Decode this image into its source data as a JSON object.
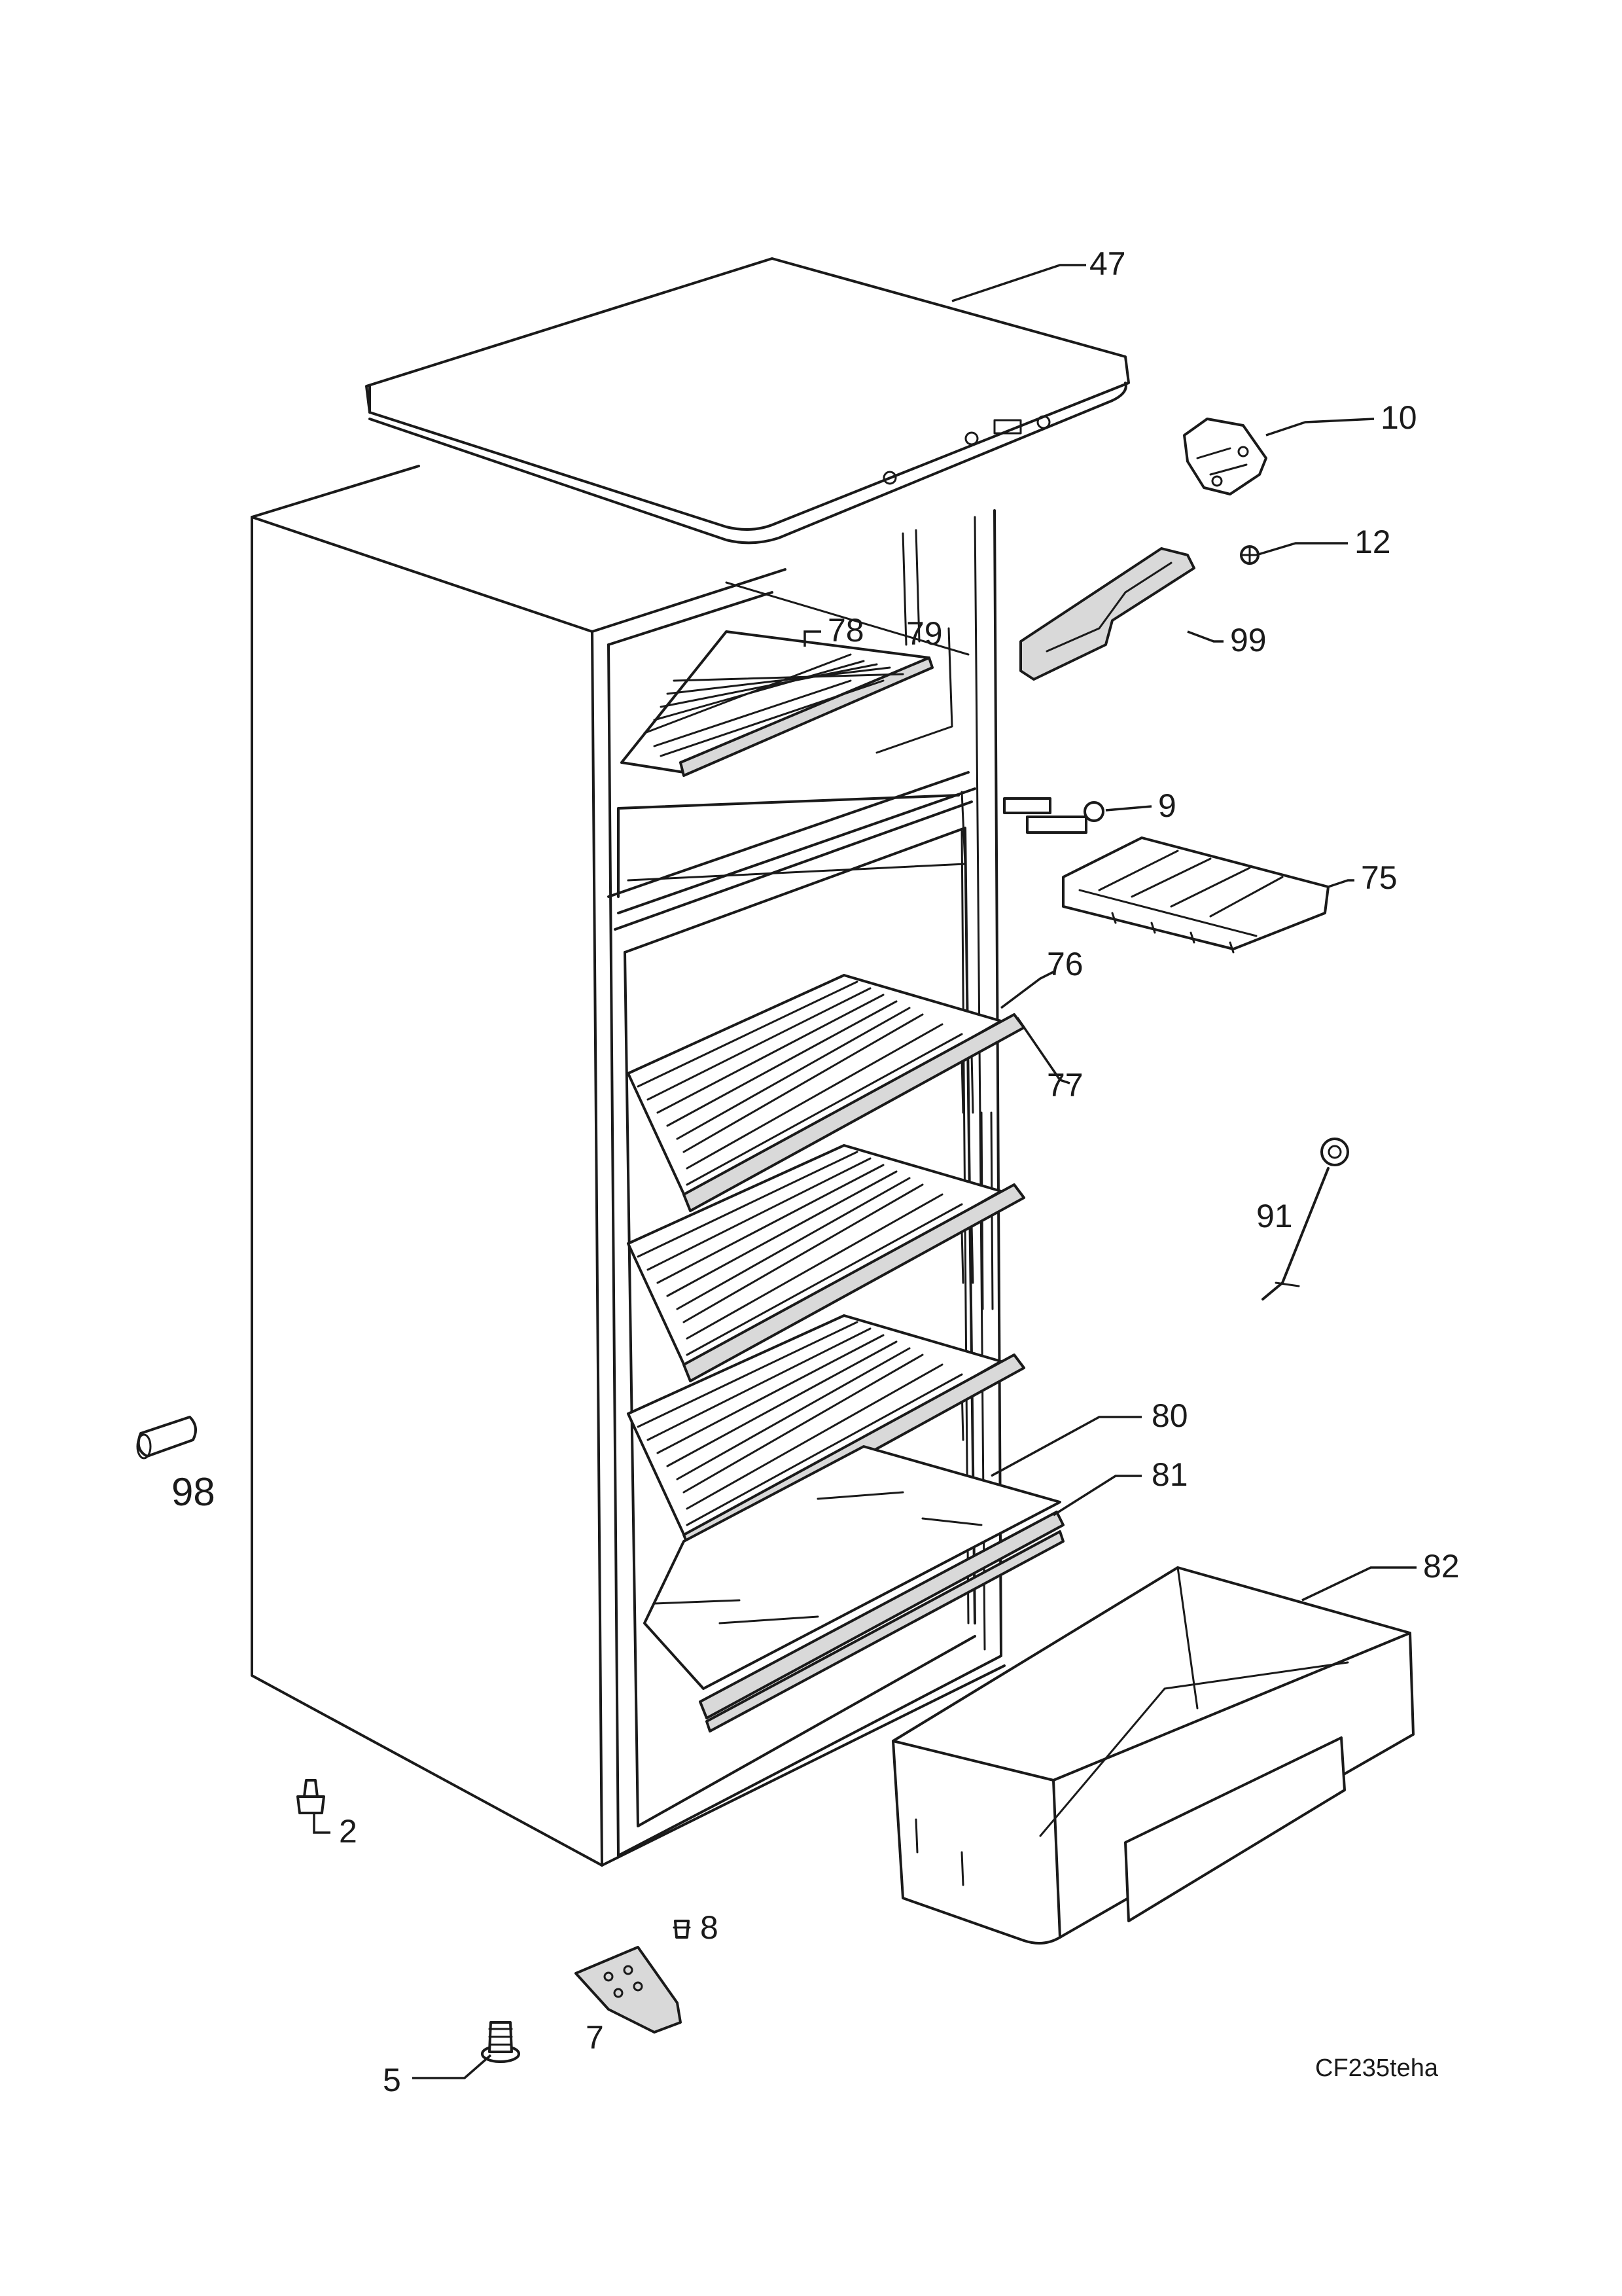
{
  "diagram": {
    "drawing_code": "CF235teha",
    "callouts": [
      {
        "id": "47",
        "text": "47"
      },
      {
        "id": "10",
        "text": "10"
      },
      {
        "id": "12",
        "text": "12"
      },
      {
        "id": "99",
        "text": "99"
      },
      {
        "id": "78",
        "text": "78"
      },
      {
        "id": "79",
        "text": "79"
      },
      {
        "id": "9",
        "text": "9"
      },
      {
        "id": "75",
        "text": "75"
      },
      {
        "id": "76",
        "text": "76"
      },
      {
        "id": "77",
        "text": "77"
      },
      {
        "id": "91",
        "text": "91"
      },
      {
        "id": "80",
        "text": "80"
      },
      {
        "id": "81",
        "text": "81"
      },
      {
        "id": "82",
        "text": "82"
      },
      {
        "id": "98",
        "text": "98"
      },
      {
        "id": "2",
        "text": "2"
      },
      {
        "id": "8",
        "text": "8"
      },
      {
        "id": "7",
        "text": "7"
      },
      {
        "id": "5",
        "text": "5"
      }
    ]
  }
}
